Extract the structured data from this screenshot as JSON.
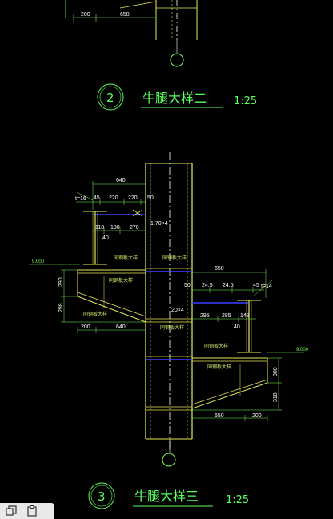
{
  "detail2": {
    "number": "2",
    "title": "牛腿大样二",
    "scale": "1:25",
    "top_dims": [
      "200",
      "650"
    ]
  },
  "detail3": {
    "number": "3",
    "title": "牛腿大样三",
    "scale": "1:25",
    "top_width": "640",
    "top_subdims": [
      "45",
      "220",
      "220",
      "50"
    ],
    "t_label": "t=16",
    "row2": [
      "110",
      "180",
      "270"
    ],
    "row2_extra": "40",
    "weld_note_upper": "1.70×4",
    "level_left": "9.000",
    "left_vert": [
      "290",
      "298"
    ],
    "left_bottom": [
      "200",
      "640"
    ],
    "right_top_width": "650",
    "right_subdims": [
      "50",
      "24.5",
      "24.5",
      "45"
    ],
    "right_t_label": "t=14",
    "right_row2": [
      "295",
      "285",
      "148"
    ],
    "right_row2_extra": "40",
    "weld_note_mid": "20×4",
    "level_right": "9.000",
    "right_vert": [
      "300",
      "318"
    ],
    "right_bottom": [
      "650",
      "200"
    ],
    "stiffener_labels": [
      "同钢板大样",
      "同钢板大样",
      "同钢板大样",
      "同钢板大样",
      "同钢板大样",
      "同钢板大样",
      "同钢板大样"
    ]
  },
  "taskbar": {
    "icons": [
      "window-copy-icon",
      "clipboard-icon"
    ]
  }
}
